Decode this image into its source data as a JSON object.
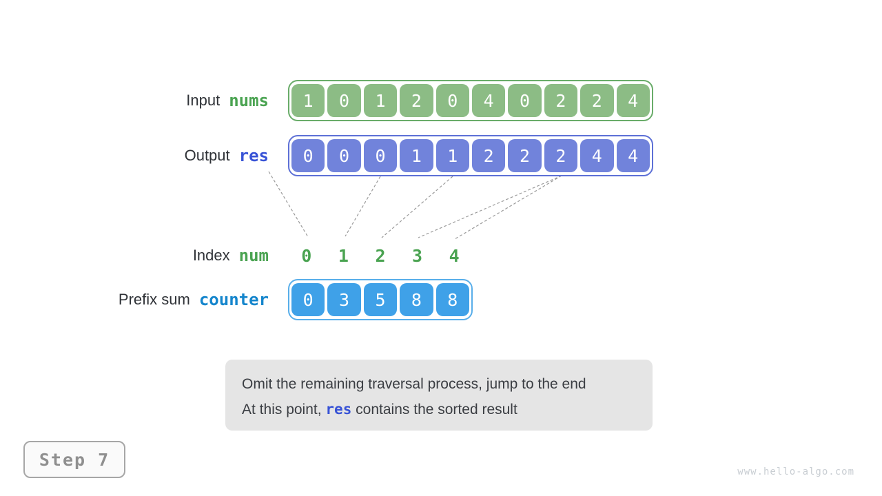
{
  "rows": {
    "input": {
      "label": "Input",
      "var": "nums",
      "values": [
        "1",
        "0",
        "1",
        "2",
        "0",
        "4",
        "0",
        "2",
        "2",
        "4"
      ]
    },
    "output": {
      "label": "Output",
      "var": "res",
      "values": [
        "0",
        "0",
        "0",
        "1",
        "1",
        "2",
        "2",
        "2",
        "4",
        "4"
      ]
    },
    "index": {
      "label": "Index",
      "var": "num",
      "values": [
        "0",
        "1",
        "2",
        "3",
        "4"
      ]
    },
    "prefix": {
      "label": "Prefix sum",
      "var": "counter",
      "values": [
        "0",
        "3",
        "5",
        "8",
        "8"
      ]
    }
  },
  "note": {
    "line1": "Omit the remaining traversal process, jump to the end",
    "line2_prefix": "At this point, ",
    "line2_code": "res",
    "line2_suffix": " contains the sorted result"
  },
  "step_label": "Step 7",
  "watermark": "www.hello-algo.com",
  "colors": {
    "green_cell": "#8cbc85",
    "green_border": "#69ac69",
    "green_text": "#4aa351",
    "purple_cell": "#7183db",
    "purple_border": "#5d70d6",
    "res_text": "#3853d6",
    "cyan_cell": "#3fa1e8",
    "cyan_border": "#58aeea",
    "counter_text": "#1485cc",
    "label_text": "#2f3237",
    "note_bg": "#e5e5e5",
    "note_text": "#3a3d42",
    "step_border": "#a6a6a6",
    "step_text": "#8f8f8f",
    "watermark_text": "#c9ced3",
    "connector": "#9a9a9a"
  },
  "connectors": [
    [
      390,
      249,
      447,
      344
    ],
    [
      552,
      256,
      501,
      343
    ],
    [
      657,
      256,
      554,
      345
    ],
    [
      815,
      255,
      607,
      345
    ],
    [
      815,
      255,
      660,
      347
    ]
  ]
}
